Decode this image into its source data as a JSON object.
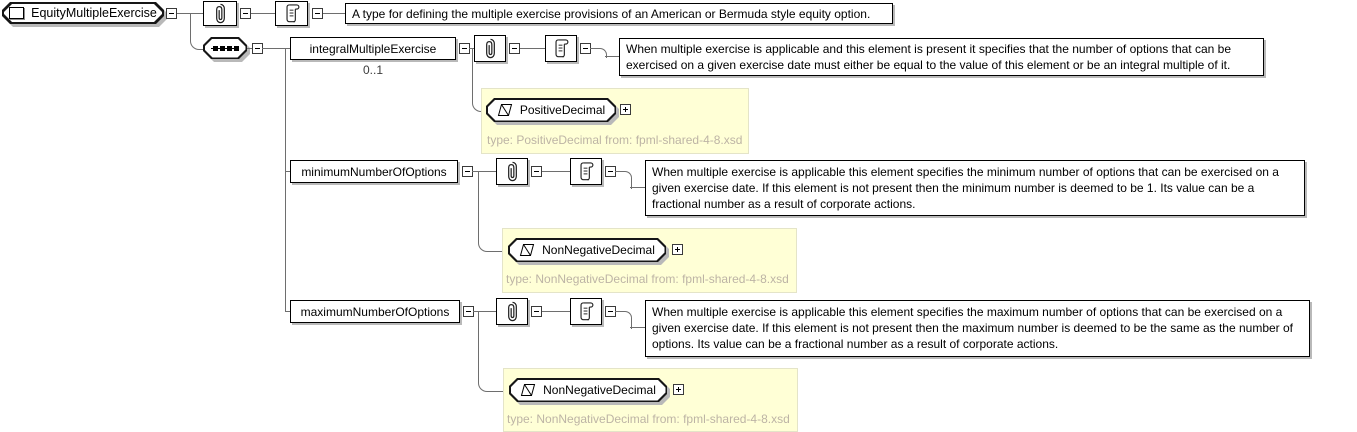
{
  "diagram": {
    "kind": "xml-schema-content-model",
    "compositor": "sequence",
    "root": {
      "name": "EquityMultipleExercise",
      "documentation": "A type for defining the multiple exercise provisions of an American or Bermuda style equity option."
    },
    "elements": [
      {
        "name": "integralMultipleExercise",
        "cardinality": "0..1",
        "documentation": "When multiple exercise is applicable and this element is present it specifies that the number of options that can be exercised on a given exercise date must either be equal to the value of this element or be an integral multiple of it.",
        "type": {
          "name": "PositiveDecimal",
          "source": "type: PositiveDecimal from: fpml-shared-4-8.xsd"
        }
      },
      {
        "name": "minimumNumberOfOptions",
        "cardinality": "",
        "documentation": "When multiple exercise is applicable this element specifies the minimum number of options that can be exercised on a given exercise date. If this element is not present then the minimum number is deemed to be 1. Its value can be a fractional number as a result of corporate actions.",
        "type": {
          "name": "NonNegativeDecimal",
          "source": "type: NonNegativeDecimal from: fpml-shared-4-8.xsd"
        }
      },
      {
        "name": "maximumNumberOfOptions",
        "cardinality": "",
        "documentation": "When multiple exercise is applicable this element specifies the maximum number of options that can be exercised on a given exercise date. If this element is not present then the maximum number is deemed to be the same as the number of options. Its value can be a fractional number as a result of corporate actions.",
        "type": {
          "name": "NonNegativeDecimal",
          "source": "type: NonNegativeDecimal from: fpml-shared-4-8.xsd"
        }
      }
    ],
    "icons": {
      "root_element": "element-icon",
      "compositor": "sequence-icon",
      "attributes": "paperclip-icon",
      "documentation": "scroll-icon",
      "simple_type": "simpletype-icon",
      "collapse": "minus-toggle",
      "expand": "plus-toggle"
    },
    "colors": {
      "type_box_bg": "#ffffd6",
      "type_note_text": "#bdb4a5",
      "connector": "#6e6e6e",
      "box_shadow": "#b9b9b9",
      "box_border": "#000000"
    }
  }
}
